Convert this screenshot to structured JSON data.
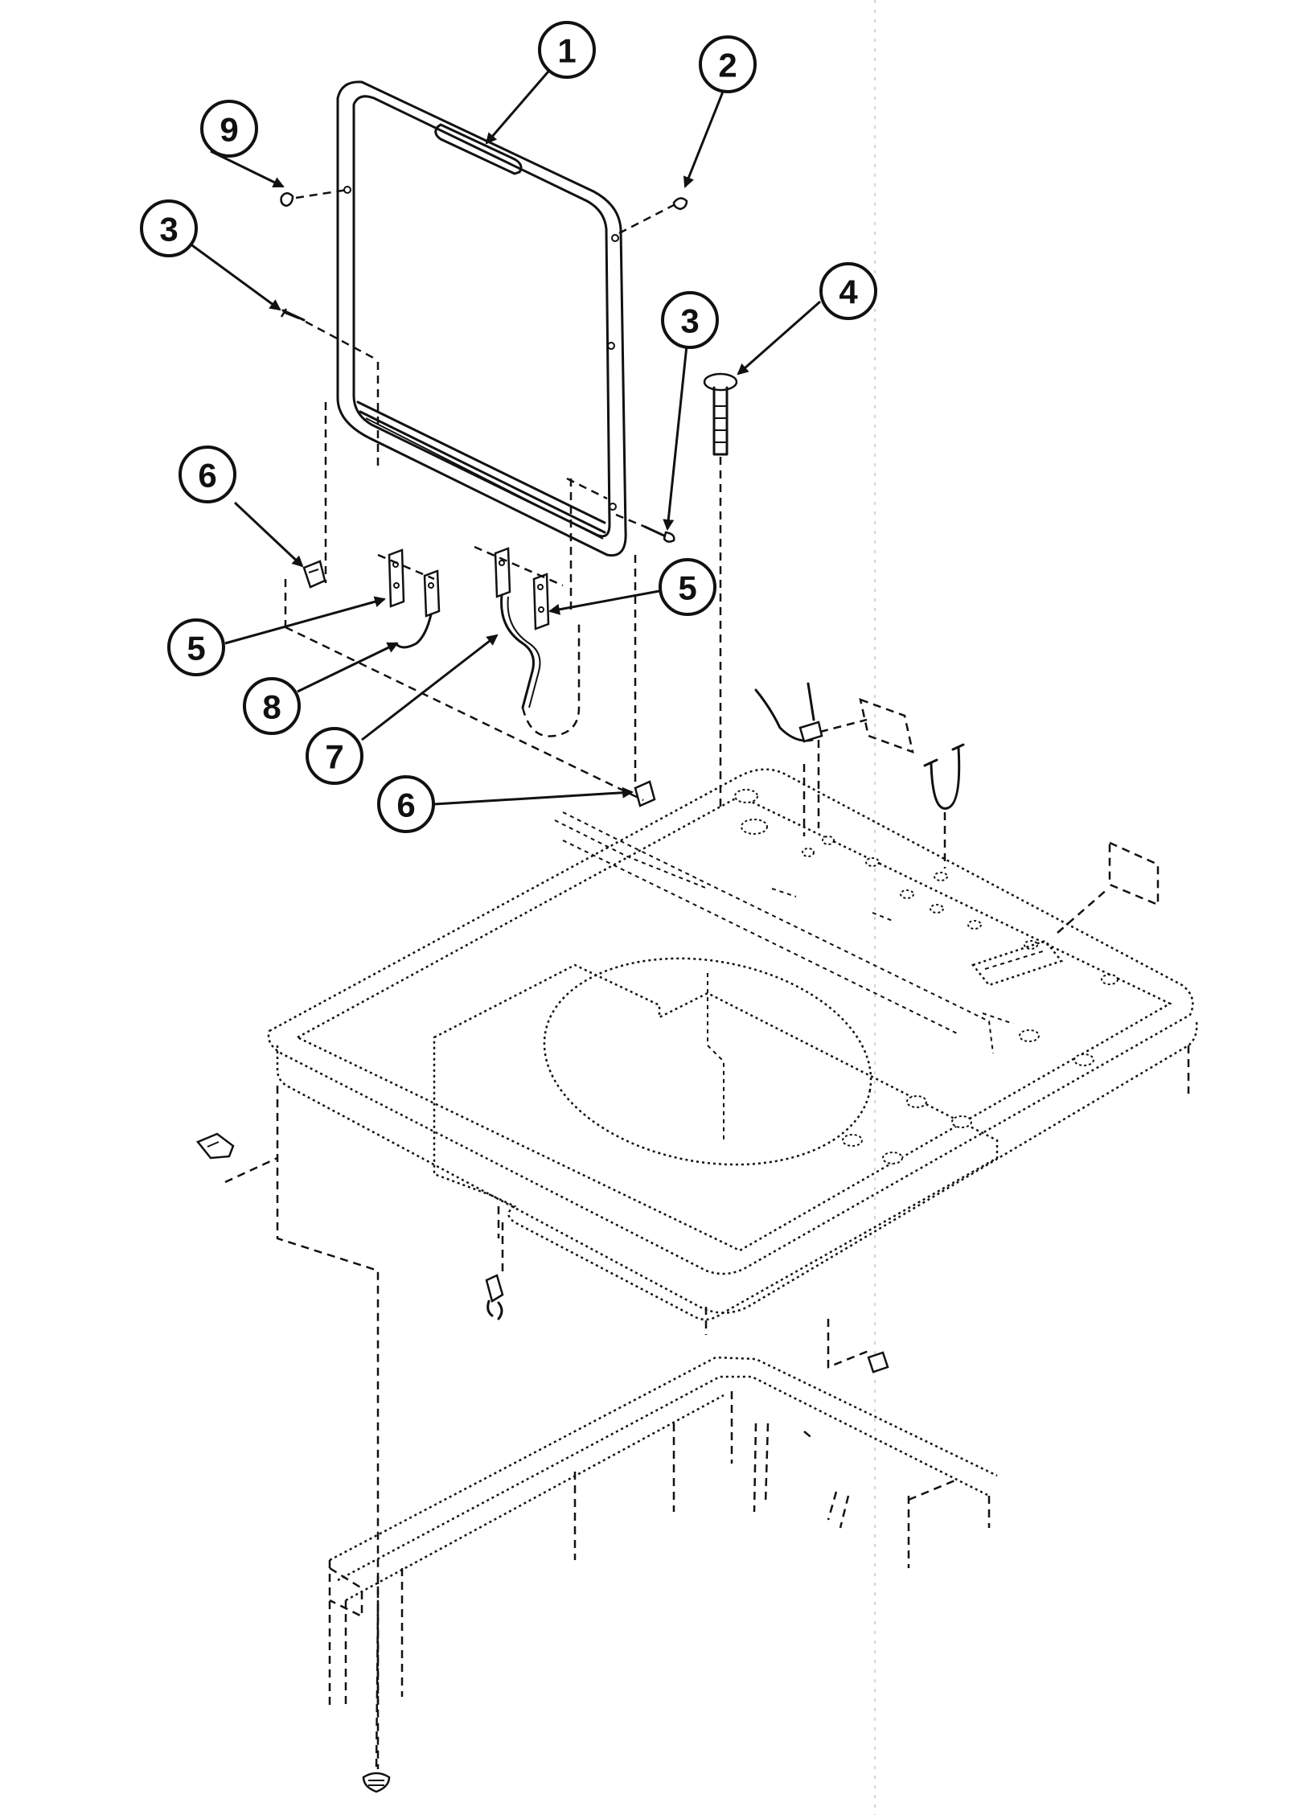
{
  "callouts": [
    {
      "id": "lid",
      "label": "1"
    },
    {
      "id": "bumper-right",
      "label": "2"
    },
    {
      "id": "screw-left",
      "label": "3"
    },
    {
      "id": "screw-right",
      "label": "3"
    },
    {
      "id": "bolt",
      "label": "4"
    },
    {
      "id": "hinge-left",
      "label": "5"
    },
    {
      "id": "hinge-right",
      "label": "5"
    },
    {
      "id": "clip-left",
      "label": "6"
    },
    {
      "id": "clip-center",
      "label": "6"
    },
    {
      "id": "hinge-rod-right",
      "label": "7"
    },
    {
      "id": "hinge-rod-left",
      "label": "8"
    },
    {
      "id": "bumper-left",
      "label": "9"
    }
  ]
}
